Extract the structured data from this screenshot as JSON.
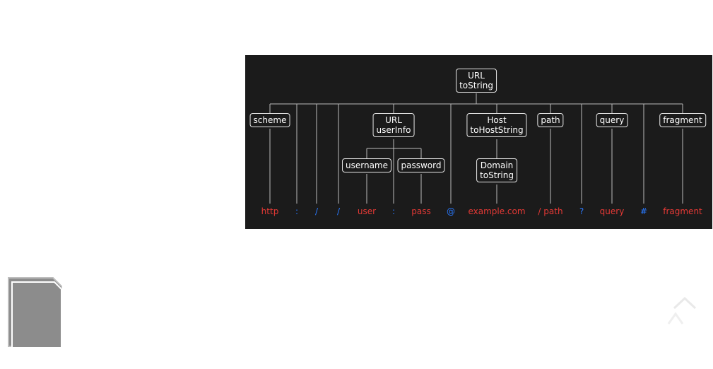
{
  "colors": {
    "background": "#1b1b1b",
    "line": "#bbbbbb",
    "node_border": "#e8e8e8",
    "node_text": "#ffffff",
    "component": "#e53935",
    "delimiter": "#2979ff"
  },
  "nodes": {
    "url": [
      "URL",
      "toString"
    ],
    "scheme": [
      "scheme"
    ],
    "userinfo": [
      "URL",
      "userInfo"
    ],
    "host": [
      "Host",
      "toHostString"
    ],
    "path": [
      "path"
    ],
    "query": [
      "query"
    ],
    "fragment": [
      "fragment"
    ],
    "username": [
      "username"
    ],
    "password": [
      "password"
    ],
    "domain": [
      "Domain",
      "toString"
    ]
  },
  "tokens": [
    {
      "text": "http",
      "kind": "component"
    },
    {
      "text": ":",
      "kind": "delimiter"
    },
    {
      "text": "/",
      "kind": "delimiter"
    },
    {
      "text": "/",
      "kind": "delimiter"
    },
    {
      "text": "user",
      "kind": "component"
    },
    {
      "text": ":",
      "kind": "delimiter"
    },
    {
      "text": "pass",
      "kind": "component"
    },
    {
      "text": "@",
      "kind": "delimiter"
    },
    {
      "text": "example.com",
      "kind": "component"
    },
    {
      "text": "/ path",
      "kind": "component"
    },
    {
      "text": "?",
      "kind": "delimiter"
    },
    {
      "text": "query",
      "kind": "component"
    },
    {
      "text": "#",
      "kind": "delimiter"
    },
    {
      "text": "fragment",
      "kind": "component"
    }
  ],
  "icons": {
    "document": "document-icon",
    "scroll_up": "scroll-up-icon"
  }
}
